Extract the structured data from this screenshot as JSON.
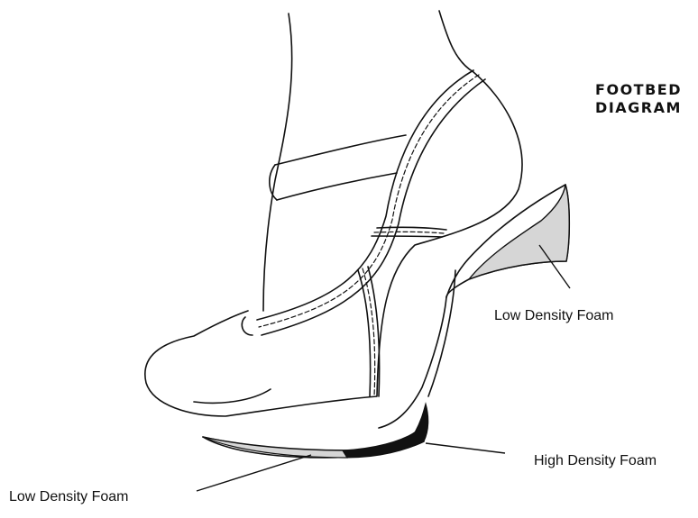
{
  "diagram": {
    "title_line1": "FOOTBED",
    "title_line2": "DIAGRAM",
    "labels": {
      "heel_low_density": "Low Density Foam",
      "high_density": "High Density Foam",
      "forefoot_low_density": "Low Density Foam"
    }
  },
  "colors": {
    "outline": "#111111",
    "low_density_fill": "#d6d6d6",
    "high_density_fill": "#111111",
    "background": "#ffffff"
  }
}
